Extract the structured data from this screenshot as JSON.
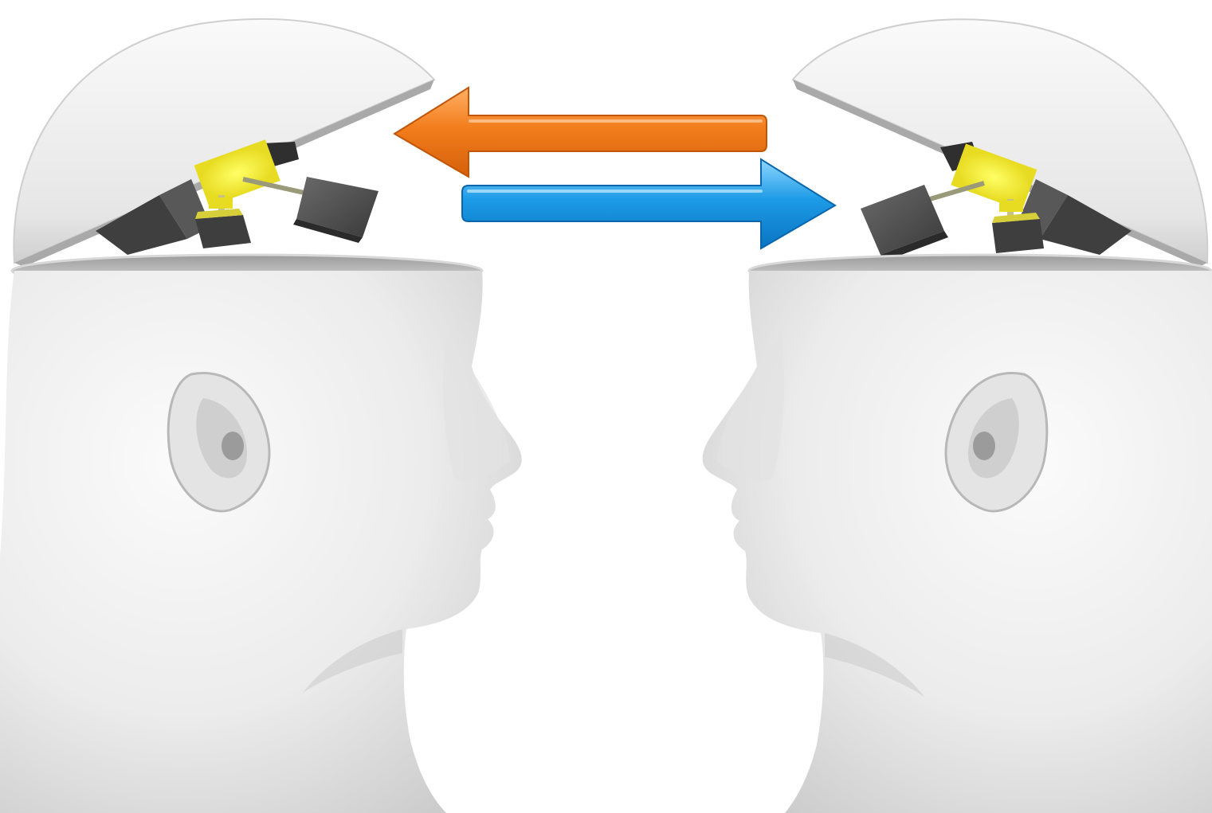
{
  "scene": {
    "subject": "two-open-heads-exchanging-ideas",
    "background_color": "#ffffff",
    "left_head": {
      "facing": "right",
      "icon": "open-head-with-mechanism-icon"
    },
    "right_head": {
      "facing": "left",
      "icon": "open-head-with-mechanism-icon"
    },
    "arrows": [
      {
        "icon": "arrow-left-icon",
        "direction": "left",
        "color": "#f07a1a"
      },
      {
        "icon": "arrow-right-icon",
        "direction": "right",
        "color": "#1e9be6"
      }
    ],
    "colors": {
      "skin_light": "#f4f4f4",
      "skin_mid": "#dcdcdc",
      "skin_shadow": "#b9b9b9",
      "mechanism_yellow": "#f2ea33",
      "mechanism_dark": "#4a4a4a"
    }
  }
}
